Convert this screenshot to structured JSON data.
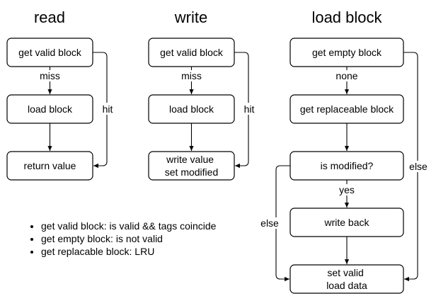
{
  "columns": {
    "read": {
      "title": "read",
      "nodes": {
        "get_valid_block": "get valid block",
        "load_block": "load block",
        "return_value": "return value"
      },
      "edges": {
        "miss": "miss",
        "hit": "hit"
      }
    },
    "write": {
      "title": "write",
      "nodes": {
        "get_valid_block": "get valid block",
        "load_block": "load block",
        "write_value": [
          "write value",
          "set modified"
        ]
      },
      "edges": {
        "miss": "miss",
        "hit": "hit"
      }
    },
    "load_block": {
      "title": "load block",
      "nodes": {
        "get_empty_block": "get empty block",
        "get_replaceable_block": "get replaceable block",
        "is_modified": "is modified?",
        "write_back": "write back",
        "set_valid": [
          "set valid",
          "load data"
        ]
      },
      "edges": {
        "none": "none",
        "yes": "yes",
        "else_left": "else",
        "else_right": "else"
      }
    }
  },
  "notes": [
    "get valid block: is valid && tags coincide",
    "get empty block: is not valid",
    "get replacable block: LRU"
  ]
}
